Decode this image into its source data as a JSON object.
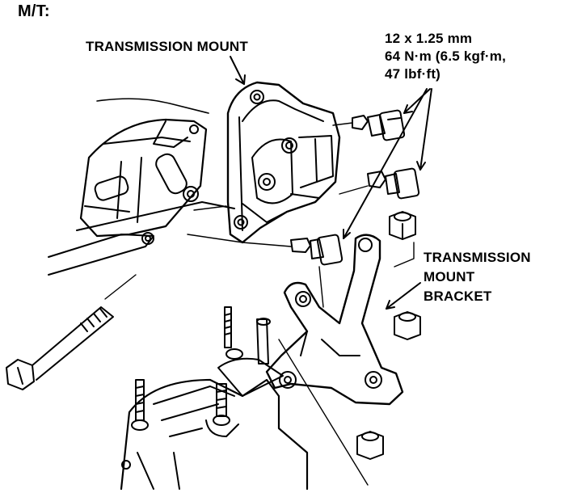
{
  "diagram": {
    "section_title": "M/T:",
    "labels": {
      "transmission_mount": "TRANSMISSION MOUNT",
      "torque_spec": {
        "bolt_size": "12 x 1.25 mm",
        "torque_metric": "64 N·m (6.5 kgf·m,",
        "torque_imperial": "47 lbf·ft)"
      },
      "bracket": {
        "line1": "TRANSMISSION",
        "line2": "MOUNT",
        "line3": "BRACKET"
      }
    },
    "parts": [
      "transmission-mount",
      "transmission-mount-bracket",
      "mount-bolt",
      "mount-nut",
      "through-bolt",
      "frame-rail",
      "transmission-case",
      "studs"
    ],
    "colors": {
      "ink": "#000000",
      "background": "#ffffff"
    }
  }
}
